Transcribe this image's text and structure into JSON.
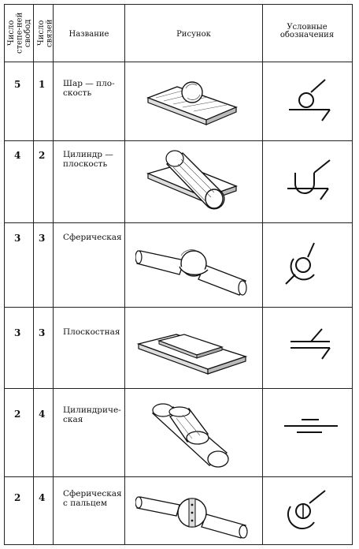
{
  "header": {
    "degrees": "Число степе-ней свобод",
    "constraints": "Число связей",
    "name": "Название",
    "picture": "Рисунок",
    "symbol": "Условные обозначения"
  },
  "rows": [
    {
      "degrees": "5",
      "constraints": "1",
      "name": "Шар — пло-скость",
      "icon": "ball-on-plane"
    },
    {
      "degrees": "4",
      "constraints": "2",
      "name": "Цилиндр — плоскость",
      "icon": "cylinder-on-plane"
    },
    {
      "degrees": "3",
      "constraints": "3",
      "name": "Сферическая",
      "icon": "spherical-joint"
    },
    {
      "degrees": "3",
      "constraints": "3",
      "name": "Плоскостная",
      "icon": "planar-joint"
    },
    {
      "degrees": "2",
      "constraints": "4",
      "name": "Цилиндриче-ская",
      "icon": "cylindrical-joint"
    },
    {
      "degrees": "2",
      "constraints": "4",
      "name": "Сферическая с пальцем",
      "icon": "spherical-pin-joint"
    }
  ]
}
